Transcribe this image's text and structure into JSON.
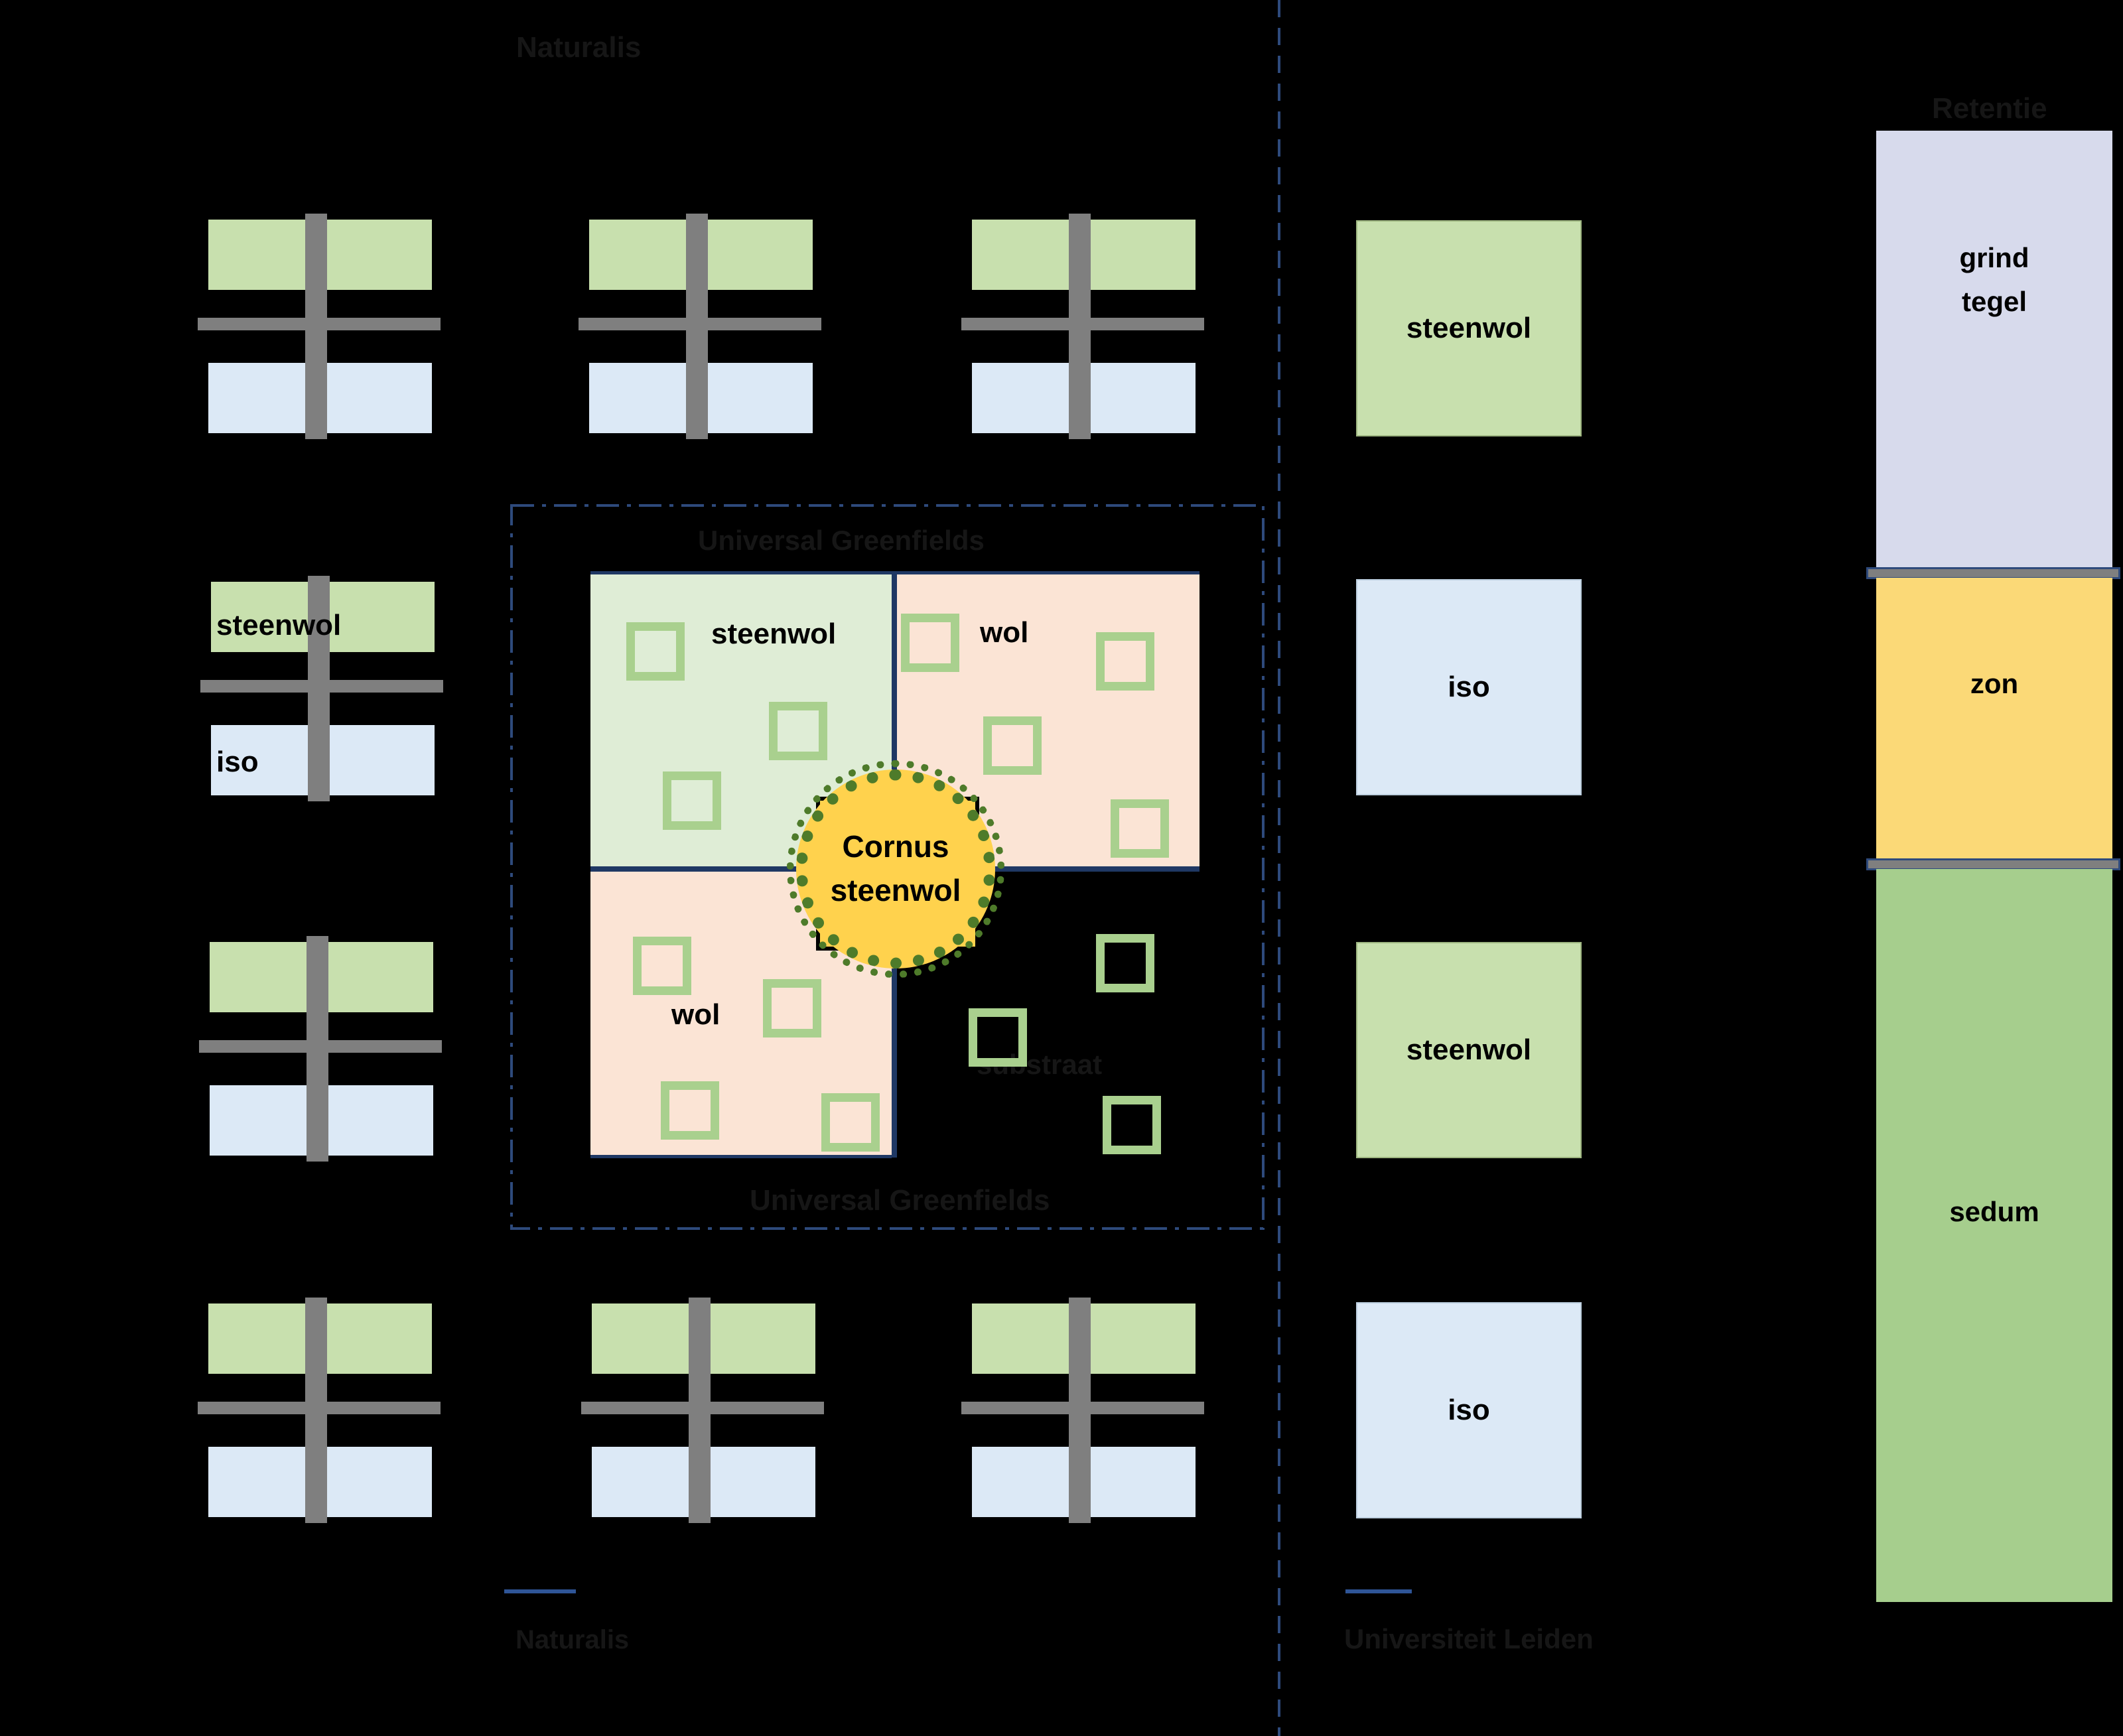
{
  "headings": {
    "naturalis_top": "Naturalis",
    "retentie": "Retentie"
  },
  "footer": {
    "naturalis": "Naturalis",
    "leiden": "Universiteit Leiden"
  },
  "left_cluster_labels": {
    "steenwol": "steenwol",
    "iso": "iso"
  },
  "right_column": {
    "boxes": [
      {
        "label": "steenwol",
        "color": "green"
      },
      {
        "label": "iso",
        "color": "blue"
      },
      {
        "label": "steenwol",
        "color": "green"
      },
      {
        "label": "iso",
        "color": "blue"
      }
    ]
  },
  "sidebar": {
    "grind": "grind",
    "tegel": "tegel",
    "zon": "zon",
    "sedum": "sedum"
  },
  "center_block": {
    "title_top": "Universal Greenfields",
    "title_bottom": "Universal Greenfields",
    "quad_steenwol": "steenwol",
    "quad_wol_tr": "wol",
    "quad_wol_bl": "wol",
    "quad_substraat": "substraat",
    "cornus_line1": "Cornus",
    "cornus_line2": "steenwol"
  },
  "colors": {
    "background": "#000000",
    "cluster_green": "#C8E0AE",
    "cluster_blue": "#DCE9F6",
    "quad_green": "#DFEDD6",
    "quad_salmon": "#FBE4D5",
    "lavender": "#D7DAEC",
    "zon_yellow": "#FBD977",
    "sedum_green": "#A6CE8D",
    "plant_square_green": "#A9D08E",
    "divider_navy": "#1F3864",
    "dashed_blue": "#2E4A7C",
    "gray_bar": "#7F7F7F",
    "cornus_yellow": "#FFD24D",
    "cornus_ring_green": "#4E7B2A"
  }
}
